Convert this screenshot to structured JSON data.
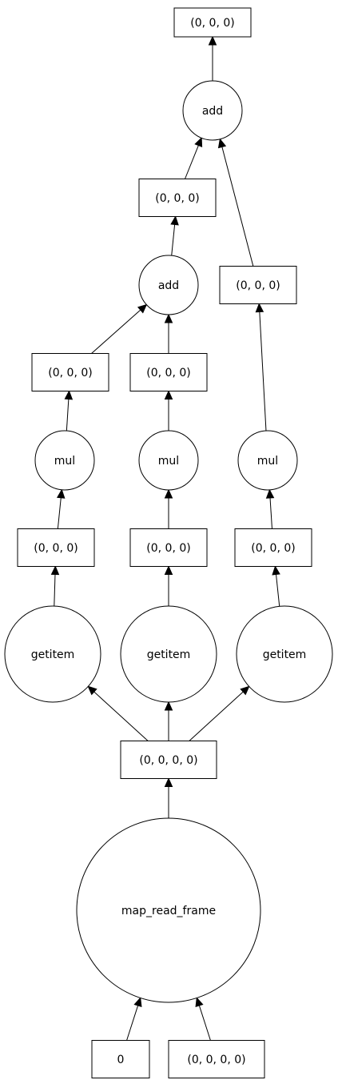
{
  "nodes": {
    "data_top": {
      "label": "(0, 0, 0)"
    },
    "add_top": {
      "label": "add"
    },
    "data_mid": {
      "label": "(0, 0, 0)"
    },
    "data_right_upper": {
      "label": "(0, 0, 0)"
    },
    "add_mid": {
      "label": "add"
    },
    "data_left_b": {
      "label": "(0, 0, 0)"
    },
    "data_center_b": {
      "label": "(0, 0, 0)"
    },
    "mul_left": {
      "label": "mul"
    },
    "mul_center": {
      "label": "mul"
    },
    "mul_right": {
      "label": "mul"
    },
    "data_left_a": {
      "label": "(0, 0, 0)"
    },
    "data_center_a": {
      "label": "(0, 0, 0)"
    },
    "data_right_a": {
      "label": "(0, 0, 0)"
    },
    "getitem_left": {
      "label": "getitem"
    },
    "getitem_center": {
      "label": "getitem"
    },
    "getitem_right": {
      "label": "getitem"
    },
    "data_frame": {
      "label": "(0, 0, 0, 0)"
    },
    "map_read_frame": {
      "label": "map_read_frame"
    },
    "data_zero": {
      "label": "0"
    },
    "data_input": {
      "label": "(0, 0, 0, 0)"
    }
  }
}
